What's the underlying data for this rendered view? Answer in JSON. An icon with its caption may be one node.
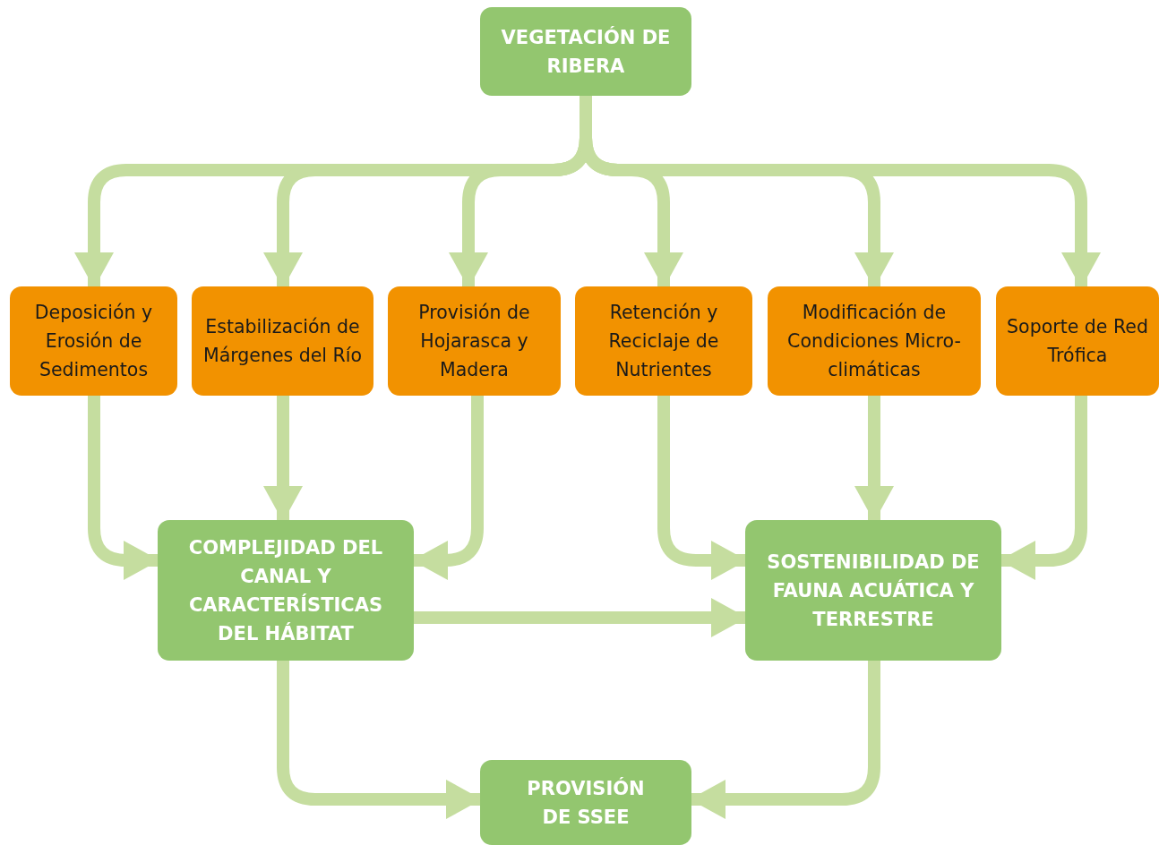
{
  "diagram": {
    "nodes": [
      {
        "text": [
          "VEGETACIÓN DE RIBERA"
        ]
      },
      {
        "text": [
          "Deposición y Erosión de Sedimentos"
        ]
      },
      {
        "text": [
          "Estabilización de Márgenes del Río"
        ]
      },
      {
        "text": [
          "Provisión de Hojarasca y Madera"
        ]
      },
      {
        "text": [
          "Retención y Reciclaje de Nutrientes"
        ]
      },
      {
        "text": [
          "Modificación de Condiciones Micro-climáticas"
        ]
      },
      {
        "text": [
          "Soporte de Red Trófica"
        ]
      },
      {
        "text": [
          "COMPLEJIDAD DEL CANAL Y CARACTERÍSTICAS DEL HÁBITAT"
        ]
      },
      {
        "text": [
          "SOSTENIBILIDAD DE FAUNA ACUÁTICA Y TERRESTRE"
        ]
      },
      {
        "text": [
          "PROVISIÓN DE SSEE"
        ]
      }
    ],
    "edges": [
      {
        "from": 0,
        "to": 1,
        "arrow": "to"
      },
      {
        "from": 0,
        "to": 2,
        "arrow": "to"
      },
      {
        "from": 0,
        "to": 3,
        "arrow": "to"
      },
      {
        "from": 0,
        "to": 4,
        "arrow": "to"
      },
      {
        "from": 0,
        "to": 5,
        "arrow": "to"
      },
      {
        "from": 0,
        "to": 6,
        "arrow": "to"
      },
      {
        "from": 1,
        "to": 7,
        "arrow": "to"
      },
      {
        "from": 2,
        "to": 7,
        "arrow": "to"
      },
      {
        "from": 3,
        "to": 7,
        "arrow": "to"
      },
      {
        "from": 4,
        "to": 8,
        "arrow": "to"
      },
      {
        "from": 5,
        "to": 8,
        "arrow": "to"
      },
      {
        "from": 6,
        "to": 8,
        "arrow": "to"
      },
      {
        "from": 7,
        "to": 8,
        "arrow": "to"
      },
      {
        "from": 7,
        "to": 9,
        "arrow": "to"
      },
      {
        "from": 8,
        "to": 9,
        "arrow": "to"
      }
    ]
  }
}
